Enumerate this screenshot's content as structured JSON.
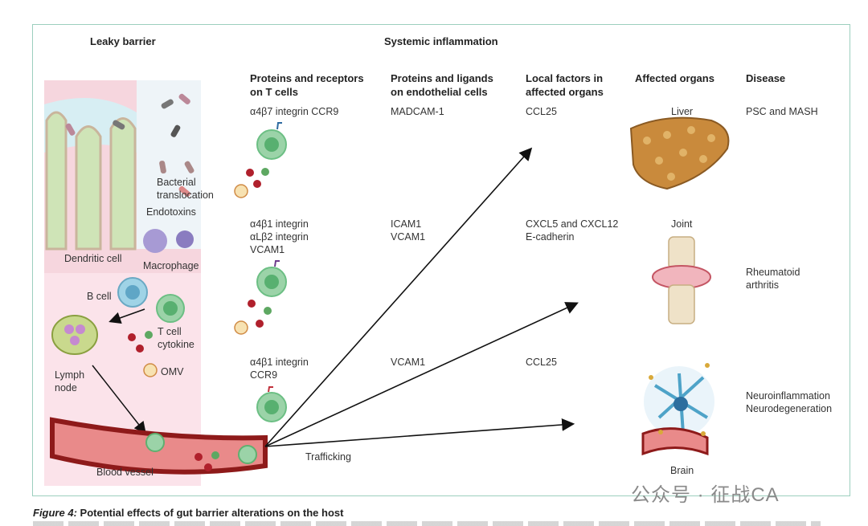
{
  "headers": {
    "leaky_barrier": "Leaky barrier",
    "systemic_inflammation": "Systemic inflammation",
    "proteins_receptors": "Proteins and receptors\non T cells",
    "proteins_ligands": "Proteins and ligands\non endothelial cells",
    "local_factors": "Local factors in\naffected organs",
    "affected_organs": "Affected organs",
    "disease": "Disease"
  },
  "rows": [
    {
      "tcell": "α4β7 integrin CCR9",
      "endothelial": "MADCAM-1",
      "local": "CCL25",
      "organ": "Liver",
      "disease": "PSC and MASH"
    },
    {
      "tcell": "α4β1 integrin\nαLβ2 integrin\nVCAM1",
      "endothelial": "ICAM1\nVCAM1",
      "local": "CXCL5 and CXCL12\nE-cadherin",
      "organ": "Joint",
      "disease": "Rheumatoid\narthritis"
    },
    {
      "tcell": "α4β1 integrin\nCCR9",
      "endothelial": "VCAM1",
      "local": "CCL25",
      "organ": "Brain",
      "disease": "Neuroinflammation\nNeurodegeneration"
    }
  ],
  "gut_labels": {
    "bacterial_translocation": "Bacterial\ntranslocation",
    "endotoxins": "Endotoxins",
    "dendritic_cell": "Dendritic cell",
    "macrophage": "Macrophage",
    "b_cell": "B cell",
    "t_cell_cytokine": "T cell\ncytokine",
    "omv": "OMV",
    "lymph_node": "Lymph\nnode",
    "blood_vessel": "Blood vessel",
    "trafficking": "Trafficking"
  },
  "caption": {
    "figure_no": "Figure 4:",
    "title": "Potential effects of gut barrier alterations on the host"
  },
  "watermark": "公众号 · 征战CA"
}
